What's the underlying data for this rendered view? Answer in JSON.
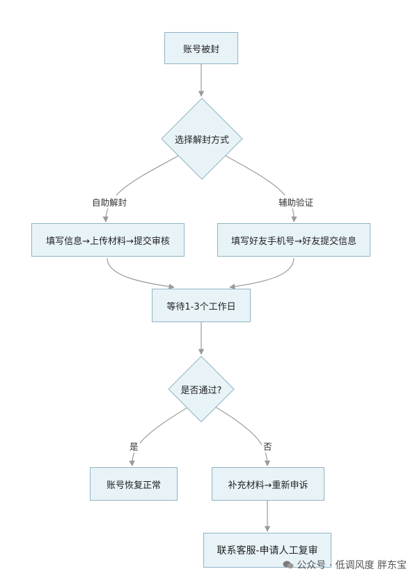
{
  "nodes": {
    "banned": "账号被封",
    "choose_method": "选择解封方式",
    "self_fill": "填写信息→上传材料→提交审核",
    "friend_fill": "填写好友手机号→好友提交信息",
    "wait": "等待1-3个工作日",
    "passed_q": "是否通过?",
    "restored": "账号恢复正常",
    "resubmit": "补充材料→重新申诉",
    "contact": "联系客服-申请人工复审"
  },
  "edge_labels": {
    "self": "自助解封",
    "assist": "辅助验证",
    "yes": "是",
    "no": "否"
  },
  "watermark": "公众号 · 低调风度 胖东宝",
  "colors": {
    "node_fill": "#e8f3f8",
    "node_border": "#8fb3c2",
    "edge": "#9a9a9a"
  }
}
